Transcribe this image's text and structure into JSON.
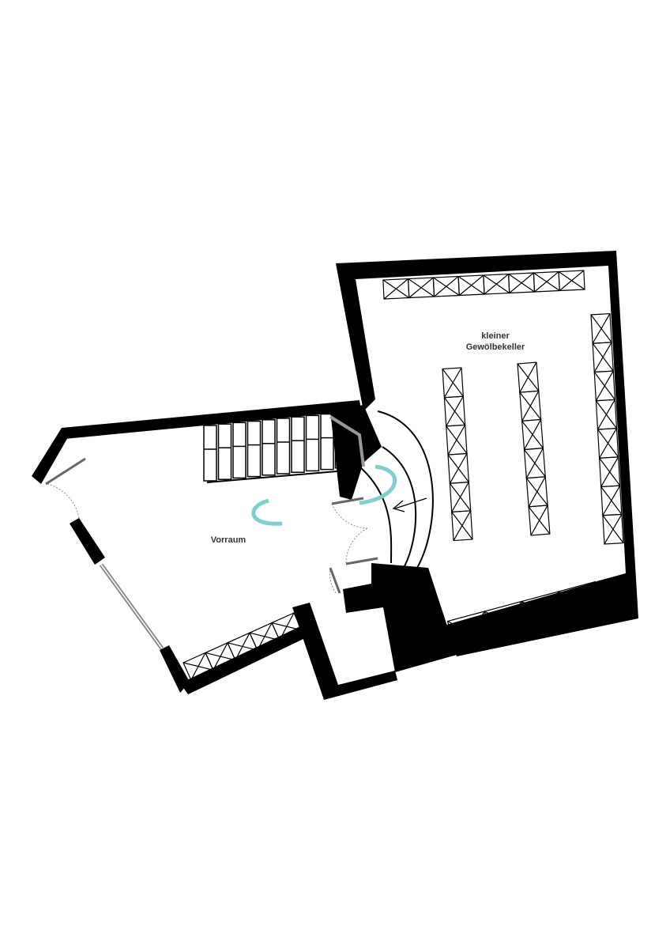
{
  "rooms": {
    "cellar": {
      "line1": "kleiner",
      "line2": "Gewölbekeller"
    },
    "anteroom": {
      "label": "Vorraum"
    }
  },
  "colors": {
    "wall": "#000000",
    "accent": "#7fcfcf",
    "background": "#ffffff"
  }
}
